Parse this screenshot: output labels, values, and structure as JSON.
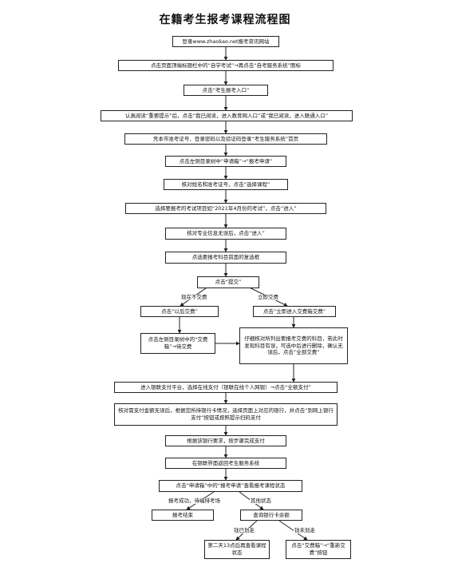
{
  "title": "在籍考生报考课程流程图",
  "steps": {
    "s1": "登录www.zhaokao.net报考资讯网站",
    "s2": "点击页面顶端标题栏中的“自学考试”→再点击“自考服务系统”图标",
    "s3": "点击“考生报考入口”",
    "s4": "认真阅读“重要提示”后，点击“我已阅读，进入教育网入口”或“我已阅读，进入联通入口”",
    "s5": "凭本市准考证号、登录密码以及验证码登录“考生服务系统”首页",
    "s6": "点击左侧目录树中“申请箱”→“报考申请”",
    "s7": "核对姓名和准考证号，点击“选择课程”",
    "s8": "选择要报考的考试项目如“2021年4月份的考试”，点击“进入”",
    "s9": "核对专业信息无误后，点击“进入”",
    "s10": "点选要报考科目前面的复选框",
    "s11": "点击“提交”",
    "s12a": "点击“以后交费”",
    "s12b": "点击“立即进入交费箱交费”",
    "s13a": "点击左侧目录树中的“交费箱”→待交费",
    "s13b": "仔细核对所列出要报考交费的科目，若此时发现科目有误，可选中后进行删除，确认无误后，点击“全部交费”",
    "s14": "进入银联支付平台，选择在线支付（银联在线个人网银）→点击“全额支付”",
    "s15": "核对需支付金额无误后，根据您所持银行卡情况，选择页面上对应的银行，并点击“到网上银行支付”按钮或按照提示扫码支付",
    "s16": "根据该银行要求，按步骤完成支付",
    "s17": "在银联界面返回考生服务系统",
    "s18": "点击“申请箱”中的“报考申请”查看报考课程状态",
    "s19a": "报考结束",
    "s19b": "查询银行卡余额",
    "s20a": "第二天13点后再查看课程状态",
    "s20b": "点击“交费箱”→“重新交费”按钮"
  },
  "labels": {
    "later_pay": "现在不交费",
    "pay_now": "立即交费",
    "success": "报考成功，待编排考场",
    "other": "其他状态",
    "deducted": "钱已划走",
    "not_deducted": "钱未划走"
  }
}
